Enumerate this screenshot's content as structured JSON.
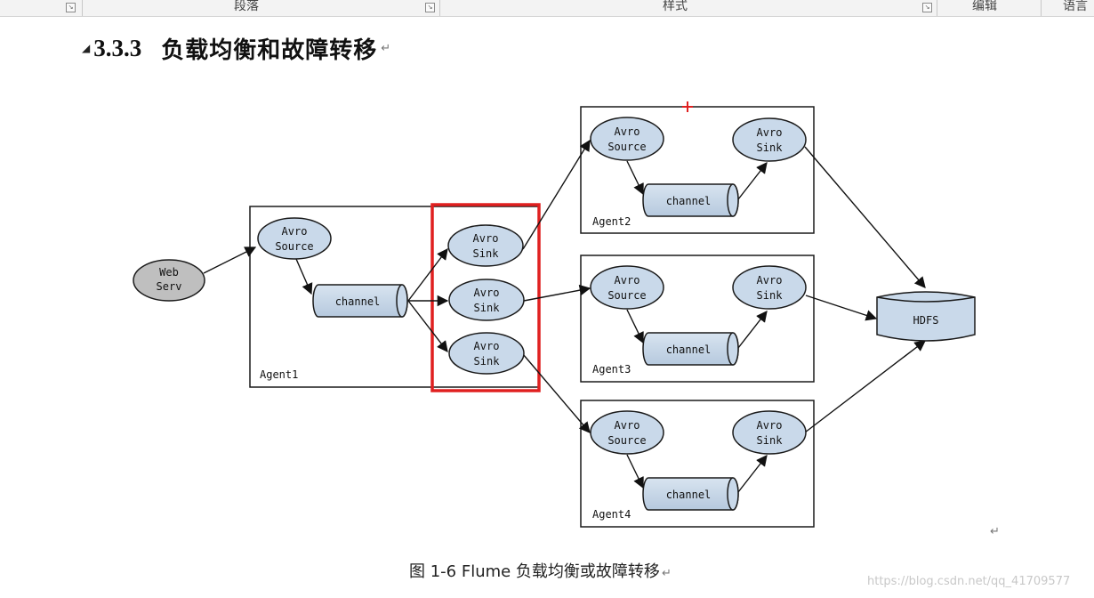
{
  "ribbon": {
    "groups": [
      "段落",
      "样式",
      "编辑",
      "语言"
    ]
  },
  "heading": {
    "number": "3.3.3",
    "title": "负载均衡和故障转移",
    "para_mark": "↵"
  },
  "diagram": {
    "web_server": "Web\nServ",
    "agent1": {
      "label": "Agent1",
      "source": "Avro\nSource",
      "channel": "channel",
      "sinks": [
        "Avro\nSink",
        "Avro\nSink",
        "Avro\nSink"
      ]
    },
    "agents": [
      {
        "label": "Agent2",
        "source": "Avro\nSource",
        "channel": "channel",
        "sink": "Avro\nSink"
      },
      {
        "label": "Agent3",
        "source": "Avro\nSource",
        "channel": "channel",
        "sink": "Avro\nSink"
      },
      {
        "label": "Agent4",
        "source": "Avro\nSource",
        "channel": "channel",
        "sink": "Avro\nSink"
      }
    ],
    "hdfs": "HDFS",
    "colors": {
      "node_fill": "#c9d9ea",
      "web_fill": "#bfbfbf",
      "highlight": "#e02020",
      "stroke": "#1a1a1a"
    }
  },
  "caption": {
    "text": "图 1-6 Flume 负载均衡或故障转移",
    "para_mark": "↵"
  },
  "watermark": "https://blog.csdn.net/qq_41709577"
}
